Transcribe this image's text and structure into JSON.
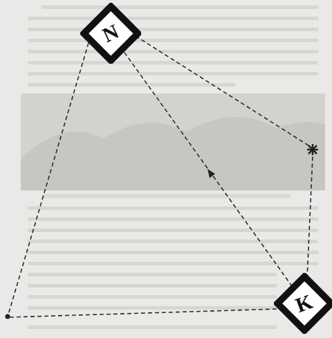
{
  "diagram": {
    "nodes": [
      {
        "text": [
          "N"
        ]
      },
      {
        "text": [
          "K"
        ]
      }
    ],
    "edges": [
      {
        "from": 1,
        "to": 0,
        "arrow": "none"
      }
    ]
  }
}
